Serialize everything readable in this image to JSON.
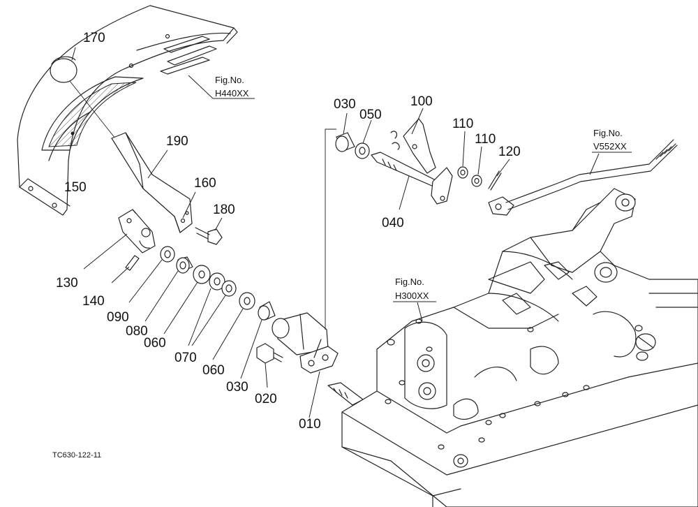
{
  "parts": {
    "p170": "170",
    "p150": "150",
    "p190": "190",
    "p160": "160",
    "p180": "180",
    "p130": "130",
    "p140": "140",
    "p090": "090",
    "p080": "080",
    "p060a": "060",
    "p070": "070",
    "p060b": "060",
    "p030a": "030",
    "p020": "020",
    "p010": "010",
    "p030b": "030",
    "p050": "050",
    "p100": "100",
    "p040": "040",
    "p110a": "110",
    "p110b": "110",
    "p120": "120"
  },
  "figures": {
    "h440": {
      "caption": "Fig.No.",
      "number": "H440XX"
    },
    "v552": {
      "caption": "Fig.No.",
      "number": "V552XX"
    },
    "h300": {
      "caption": "Fig.No.",
      "number": "H300XX"
    }
  },
  "doc_code": "TC630-122-11"
}
